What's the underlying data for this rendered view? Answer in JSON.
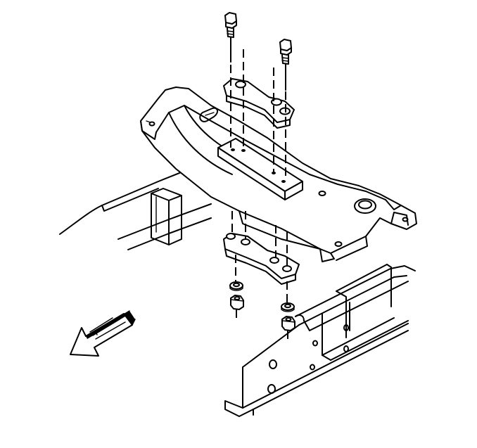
{
  "figure": {
    "kind": "exploded-assembly-line-drawing",
    "colors": {
      "line": "#000000",
      "background": "#ffffff"
    },
    "parts": [
      {
        "name": "bolt",
        "count": 2
      },
      {
        "name": "upper-spacer-plate",
        "count": 1
      },
      {
        "name": "transmission-crossmember",
        "count": 1
      },
      {
        "name": "mount-pad",
        "count": 1
      },
      {
        "name": "lower-spacer-plate",
        "count": 1
      },
      {
        "name": "washer",
        "count": 2
      },
      {
        "name": "nut",
        "count": 2
      },
      {
        "name": "left-frame-rail",
        "count": 1
      },
      {
        "name": "right-frame-rail",
        "count": 1
      }
    ],
    "direction_arrow": {
      "icon": "front-arrow-icon",
      "points": "front-left"
    }
  }
}
